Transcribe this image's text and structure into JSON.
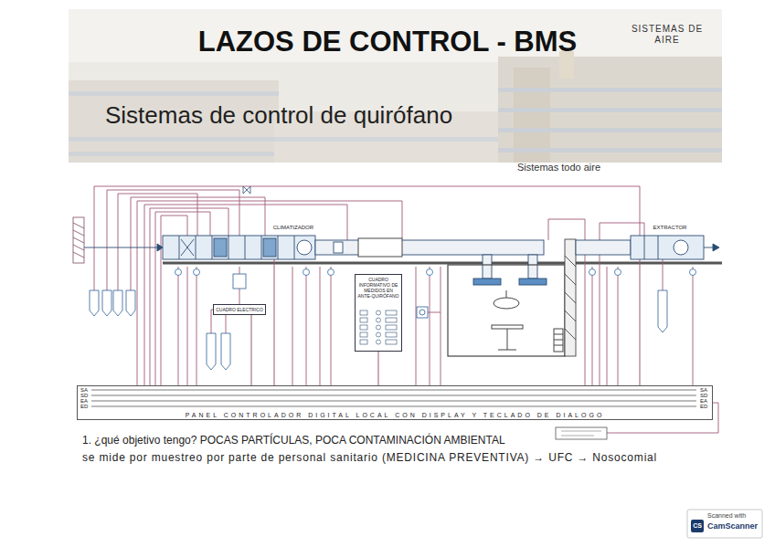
{
  "diagram": {
    "title": "LAZOS DE CONTROL - BMS",
    "nodes": [
      {
        "text": [
          "CLIMATIZADOR"
        ]
      },
      {
        "text": [
          "EXTRACTOR"
        ]
      },
      {
        "text": [
          "CUADRO ELECTRICO"
        ]
      },
      {
        "text": [
          "CUADRO INFORMATIVO DE MEDIDOS EN ANTE-QUIRÓFANO"
        ]
      },
      {
        "text": [
          "PANEL CONTROLADOR DIGITAL LOCAL CON DISPLAY Y TECLADO DE DIALOGO"
        ]
      }
    ],
    "edges": [
      {
        "from": 0,
        "to": 4,
        "arrow": "none"
      },
      {
        "from": 2,
        "to": 4,
        "arrow": "none"
      },
      {
        "from": 3,
        "to": 4,
        "arrow": "none"
      },
      {
        "from": 1,
        "to": 4,
        "arrow": "none"
      }
    ],
    "labels": [
      "SISTEMAS DE AIRE",
      "Sistemas de control de quirófano",
      "Sistemas todo aire",
      "SA",
      "SD",
      "EA",
      "ED",
      "SA",
      "SD",
      "EA",
      "ED",
      "1. ¿qué objetivo tengo? POCAS PARTÍCULAS, POCA CONTAMINACIÓN AMBIENTAL",
      "se mide por muestreo por parte de personal sanitario (MEDICINA PREVENTIVA) → UFC → Nosocomial",
      "Scanned with",
      "CamScanner",
      "CS"
    ]
  }
}
